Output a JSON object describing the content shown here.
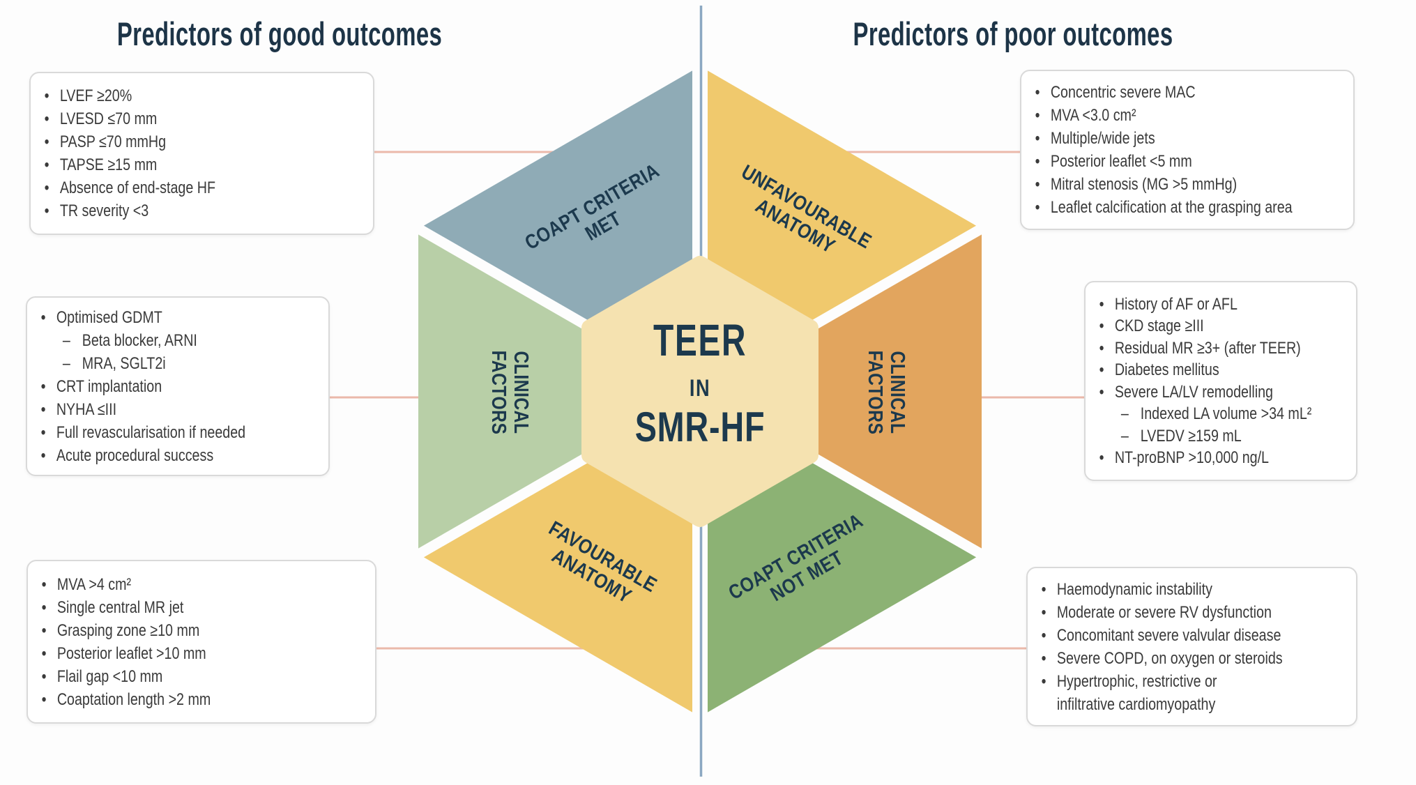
{
  "headers": {
    "good": "Predictors of good outcomes",
    "poor": "Predictors of poor outcomes"
  },
  "colors": {
    "divider": "#8ca8c2",
    "connector": "#ebb9aa",
    "center_fill": "#f5e2b0",
    "navy": "#1c394d"
  },
  "hexagon": {
    "center": {
      "line1": "TEER",
      "line2": "IN",
      "line3": "SMR-HF"
    },
    "segments": [
      {
        "id": "coapt-criteria-met",
        "lines": [
          "COAPT CRITERIA",
          "MET"
        ],
        "color": "#8fabb6"
      },
      {
        "id": "unfavourable-anatomy",
        "lines": [
          "UNFAVOURABLE",
          "ANATOMY"
        ],
        "color": "#f0c96d"
      },
      {
        "id": "clinical-factors-left",
        "lines": [
          "CLINICAL",
          "FACTORS"
        ],
        "color": "#b8cfa7"
      },
      {
        "id": "clinical-factors-right",
        "lines": [
          "CLINICAL",
          "FACTORS"
        ],
        "color": "#e2a55e"
      },
      {
        "id": "favourable-anatomy",
        "lines": [
          "FAVOURABLE",
          "ANATOMY"
        ],
        "color": "#f0c96d"
      },
      {
        "id": "coapt-criteria-not-met",
        "lines": [
          "COAPT CRITERIA",
          "NOT MET"
        ],
        "color": "#8cb274"
      }
    ]
  },
  "boxes": {
    "good_top": {
      "items": [
        {
          "m": "•",
          "t": "LVEF ≥20%"
        },
        {
          "m": "•",
          "t": "LVESD ≤70 mm"
        },
        {
          "m": "•",
          "t": "PASP ≤70 mmHg"
        },
        {
          "m": "•",
          "t": "TAPSE ≥15 mm"
        },
        {
          "m": "•",
          "t": "Absence of end-stage HF"
        },
        {
          "m": "•",
          "t": "TR severity <3"
        }
      ]
    },
    "good_mid": {
      "items": [
        {
          "m": "•",
          "t": "Optimised GDMT"
        },
        {
          "m": "–",
          "t": "Beta blocker, ARNI"
        },
        {
          "m": "–",
          "t": "MRA, SGLT2i"
        },
        {
          "m": "•",
          "t": "CRT implantation"
        },
        {
          "m": "•",
          "t": "NYHA ≤III"
        },
        {
          "m": "•",
          "t": "Full revascularisation if needed"
        },
        {
          "m": "•",
          "t": "Acute procedural success"
        }
      ]
    },
    "good_bottom": {
      "items": [
        {
          "m": "•",
          "t": "MVA >4 cm²"
        },
        {
          "m": "•",
          "t": "Single central MR jet"
        },
        {
          "m": "•",
          "t": "Grasping zone ≥10 mm"
        },
        {
          "m": "•",
          "t": "Posterior leaflet >10 mm"
        },
        {
          "m": "•",
          "t": "Flail gap <10 mm"
        },
        {
          "m": "•",
          "t": "Coaptation length >2 mm"
        }
      ]
    },
    "poor_top": {
      "items": [
        {
          "m": "•",
          "t": "Concentric severe MAC"
        },
        {
          "m": "•",
          "t": "MVA <3.0 cm²"
        },
        {
          "m": "•",
          "t": "Multiple/wide jets"
        },
        {
          "m": "•",
          "t": "Posterior leaflet <5 mm"
        },
        {
          "m": "•",
          "t": "Mitral stenosis (MG >5 mmHg)"
        },
        {
          "m": "•",
          "t": "Leaflet calcification at the grasping area"
        }
      ]
    },
    "poor_mid": {
      "items": [
        {
          "m": "•",
          "t": "History of AF or AFL"
        },
        {
          "m": "•",
          "t": "CKD stage ≥III"
        },
        {
          "m": "•",
          "t": "Residual MR ≥3+ (after TEER)"
        },
        {
          "m": "•",
          "t": "Diabetes mellitus"
        },
        {
          "m": "•",
          "t": "Severe LA/LV remodelling"
        },
        {
          "m": "–",
          "t": "Indexed LA volume >34 mL²"
        },
        {
          "m": "–",
          "t": "LVEDV ≥159 mL"
        },
        {
          "m": "•",
          "t": "NT-proBNP >10,000 ng/L"
        }
      ]
    },
    "poor_bottom": {
      "items": [
        {
          "m": "•",
          "t": "Haemodynamic instability"
        },
        {
          "m": "•",
          "t": "Moderate or severe RV dysfunction"
        },
        {
          "m": "•",
          "t": "Concomitant severe valvular disease"
        },
        {
          "m": "•",
          "t": "Severe COPD, on oxygen or steroids"
        },
        {
          "m": "•",
          "t": "Hypertrophic, restrictive or"
        },
        {
          "m": "",
          "t": "infiltrative cardiomyopathy"
        }
      ]
    }
  }
}
